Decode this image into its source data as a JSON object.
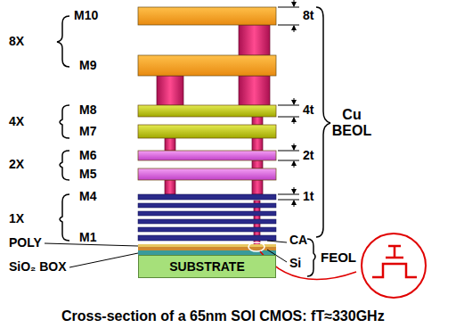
{
  "diagram": {
    "caption": "Cross-section of a 65nm SOI CMOS: fT≈330GHz",
    "nodes": [
      {
        "text": [
          "SUBSTRATE"
        ]
      }
    ],
    "labels": [
      "M10",
      "8X",
      "M9",
      "8t",
      "M8",
      "4X",
      "M7",
      "4t",
      "M6",
      "2X",
      "M5",
      "2t",
      "M4",
      "1X",
      "M1",
      "1t",
      "Cu BEOL",
      "CA",
      "POLY",
      "SiO₂ BOX",
      "Si",
      "FEOL"
    ]
  }
}
